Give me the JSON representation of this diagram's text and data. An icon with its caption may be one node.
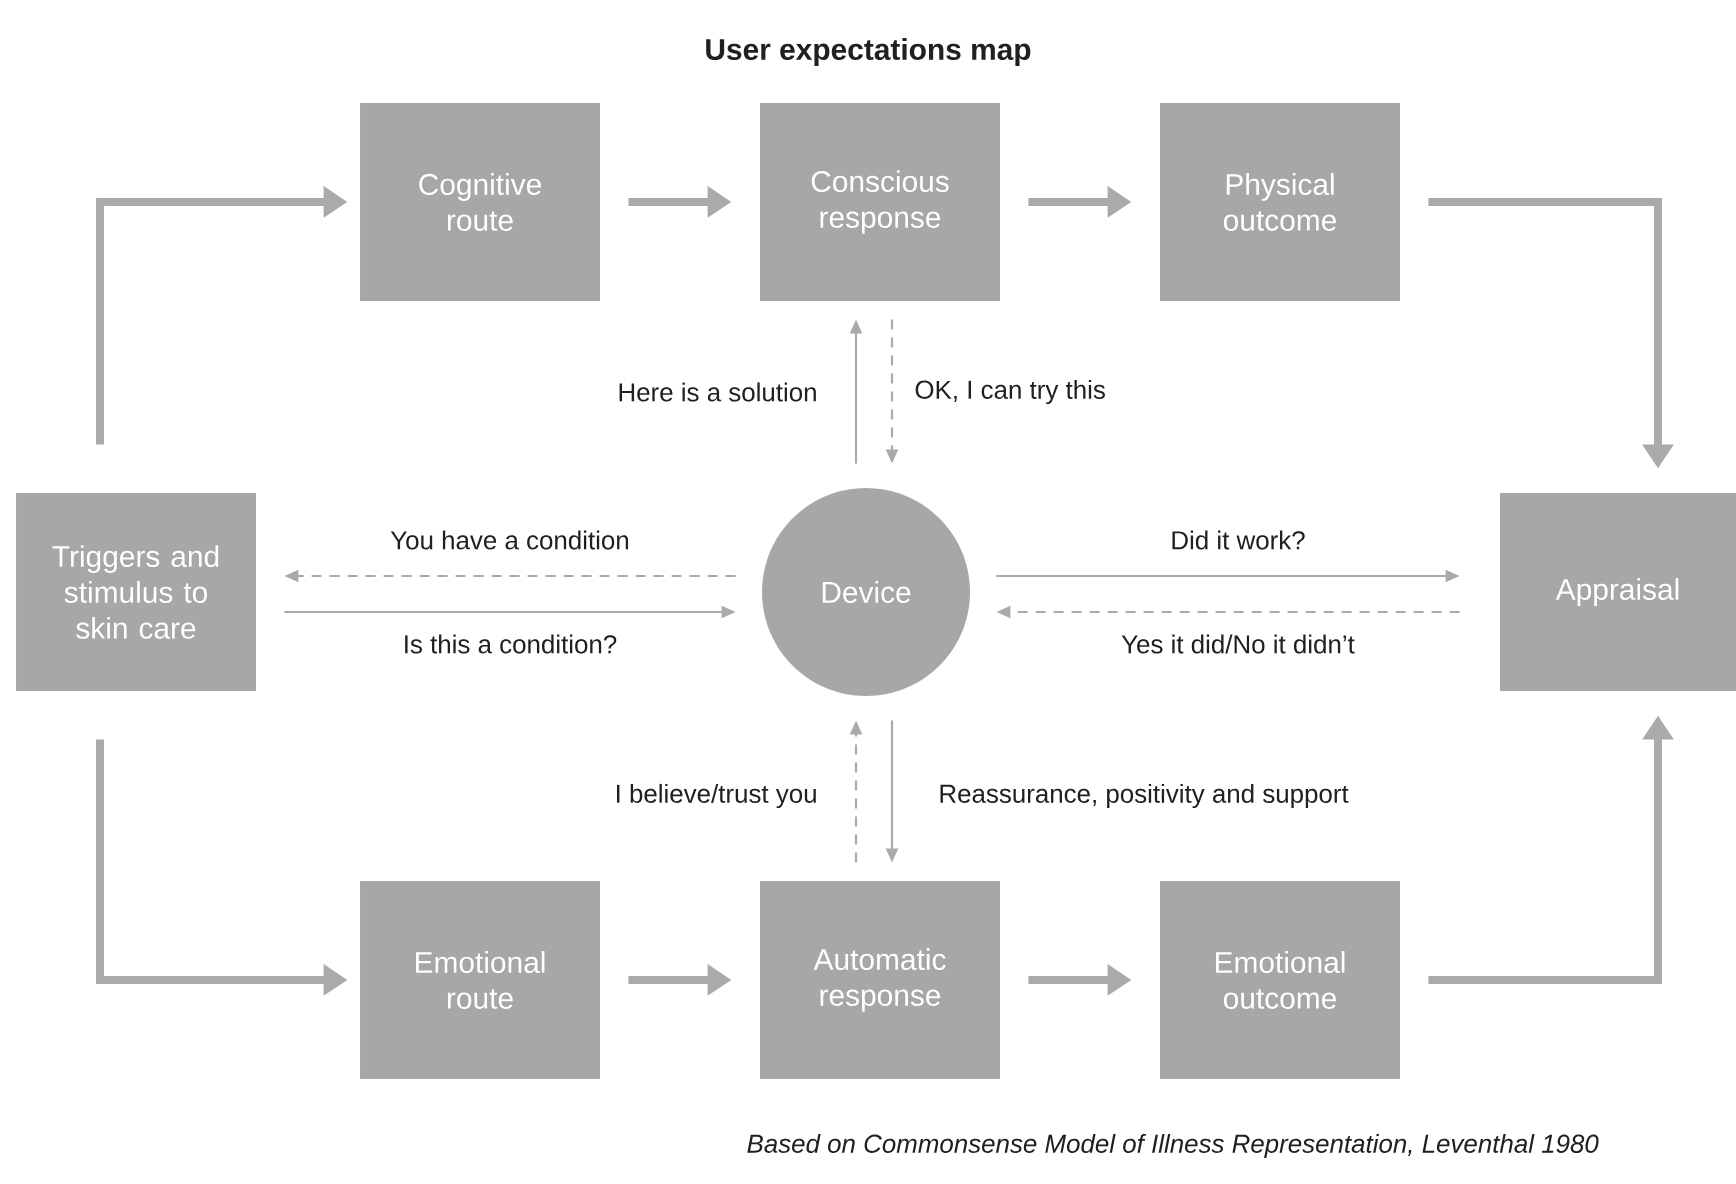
{
  "diagram": {
    "title": "User expectations map",
    "caption": "Based on Commonsense Model of Illness Representation, Leventhal 1980",
    "nodes": [
      {
        "text": [
          "Cognitive route"
        ]
      },
      {
        "text": [
          "Conscious response"
        ]
      },
      {
        "text": [
          "Physical outcome"
        ]
      },
      {
        "text": [
          "Triggers and stimulus to skin care"
        ]
      },
      {
        "text": [
          "Device"
        ]
      },
      {
        "text": [
          "Appraisal"
        ]
      },
      {
        "text": [
          "Emotional route"
        ]
      },
      {
        "text": [
          "Automatic response"
        ]
      },
      {
        "text": [
          "Emotional outcome"
        ]
      }
    ],
    "edges": [
      {
        "from": 3,
        "to": 0,
        "arrow": "to",
        "style": "thick"
      },
      {
        "from": 0,
        "to": 1,
        "arrow": "to",
        "style": "thick"
      },
      {
        "from": 1,
        "to": 2,
        "arrow": "to",
        "style": "thick"
      },
      {
        "from": 2,
        "to": 5,
        "arrow": "to",
        "style": "thick"
      },
      {
        "from": 3,
        "to": 6,
        "arrow": "to",
        "style": "thick"
      },
      {
        "from": 6,
        "to": 7,
        "arrow": "to",
        "style": "thick"
      },
      {
        "from": 7,
        "to": 8,
        "arrow": "to",
        "style": "thick"
      },
      {
        "from": 8,
        "to": 5,
        "arrow": "to",
        "style": "thick"
      },
      {
        "from": 4,
        "to": 1,
        "arrow": "to",
        "label": "Here is a solution"
      },
      {
        "from": 1,
        "to": 4,
        "arrow": "to",
        "label": "OK, I can try this",
        "style": "dashed"
      },
      {
        "from": 4,
        "to": 3,
        "arrow": "to",
        "label": "You have a condition",
        "style": "dashed"
      },
      {
        "from": 3,
        "to": 4,
        "arrow": "to",
        "label": "Is this a condition?"
      },
      {
        "from": 4,
        "to": 5,
        "arrow": "to",
        "label": "Did it work?"
      },
      {
        "from": 5,
        "to": 4,
        "arrow": "to",
        "label": "Yes it did/No it didn’t",
        "style": "dashed"
      },
      {
        "from": 7,
        "to": 4,
        "arrow": "to",
        "label": "I believe/trust you",
        "style": "dashed"
      },
      {
        "from": 4,
        "to": 7,
        "arrow": "to",
        "label": "Reassurance, positivity and support"
      }
    ]
  }
}
